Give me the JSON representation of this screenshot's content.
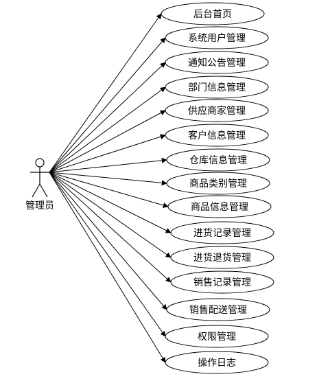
{
  "actor": {
    "name": "管理员"
  },
  "use_cases": [
    {
      "label": "后台首页"
    },
    {
      "label": "系统用户管理"
    },
    {
      "label": "通知公告管理"
    },
    {
      "label": "部门信息管理"
    },
    {
      "label": "供应商家管理"
    },
    {
      "label": "客户信息管理"
    },
    {
      "label": "仓库信息管理"
    },
    {
      "label": "商品类别管理"
    },
    {
      "label": "商品信息管理"
    },
    {
      "label": "进货记录管理"
    },
    {
      "label": "进货退货管理"
    },
    {
      "label": "销售记录管理"
    },
    {
      "label": "销售配送管理"
    },
    {
      "label": "权限管理"
    },
    {
      "label": "操作日志"
    }
  ]
}
